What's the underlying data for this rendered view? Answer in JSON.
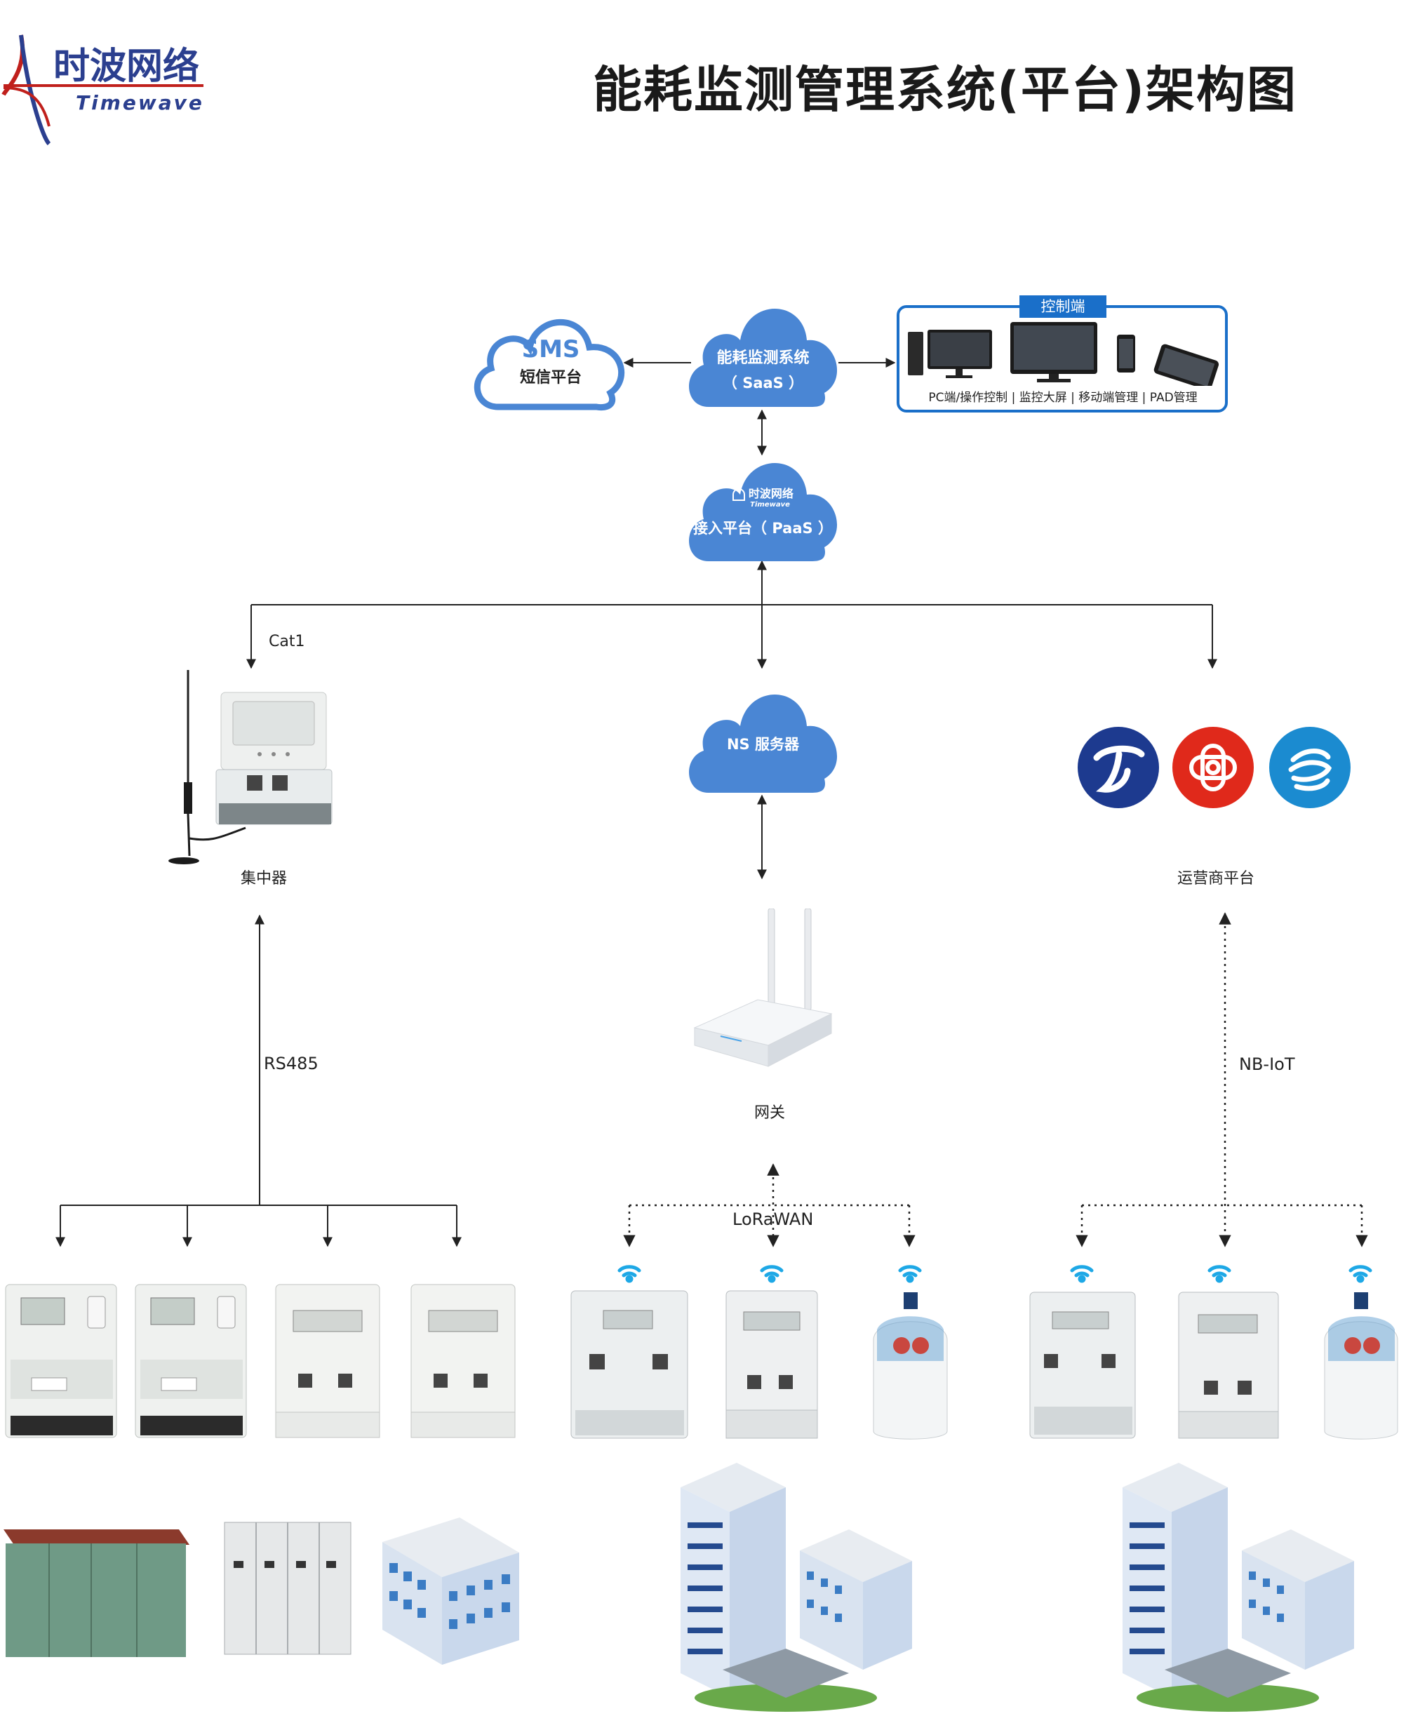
{
  "title": "能耗监测管理系统(平台)架构图",
  "logo": {
    "cn": "时波网络",
    "en": "Timewave"
  },
  "clouds": {
    "sms": {
      "line1": "SMS",
      "line2": "短信平台"
    },
    "saas": {
      "line1": "能耗监测系统",
      "line2": "（ SaaS ）"
    },
    "paas": {
      "logo_cn": "时波网络",
      "logo_en": "Timewave",
      "line2": "接入平台（ PaaS ）"
    },
    "ns": {
      "line1": "NS 服务器"
    }
  },
  "control_panel": {
    "title": "控制端",
    "caption": "PC端/操作控制 | 监控大屏 | 移动端管理 | PAD管理"
  },
  "nodes": {
    "concentrator": "集中器",
    "gateway": "网关",
    "operator": "运营商平台"
  },
  "protocols": {
    "cat1": "Cat1",
    "rs485": "RS485",
    "lorawan": "LoRaWAN",
    "nbiot": "NB-IoT"
  },
  "colors": {
    "cloud": "#4a86d4",
    "accent": "#1a6fc9",
    "telecom": "#1d3a8f",
    "unicom": "#e0291b",
    "mobile": "#1b8bd0",
    "wifi": "#1ea8e6"
  }
}
